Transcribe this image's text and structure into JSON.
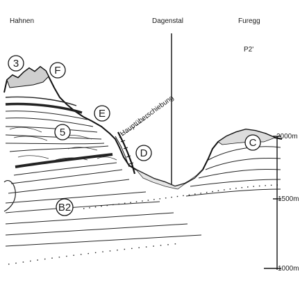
{
  "headings": {
    "left": "Hahnen",
    "center": "Dagenstal",
    "right": "Furegg",
    "profile": "P2'"
  },
  "fault_label": "Hauptüberschiebung",
  "markers": {
    "three": "3",
    "f": "F",
    "e": "E",
    "five": "5",
    "d": "D",
    "c": "C",
    "b2": "B2"
  },
  "elevations": {
    "e2000": "2000m",
    "e1500": "1500m",
    "e1000": "1000m"
  }
}
